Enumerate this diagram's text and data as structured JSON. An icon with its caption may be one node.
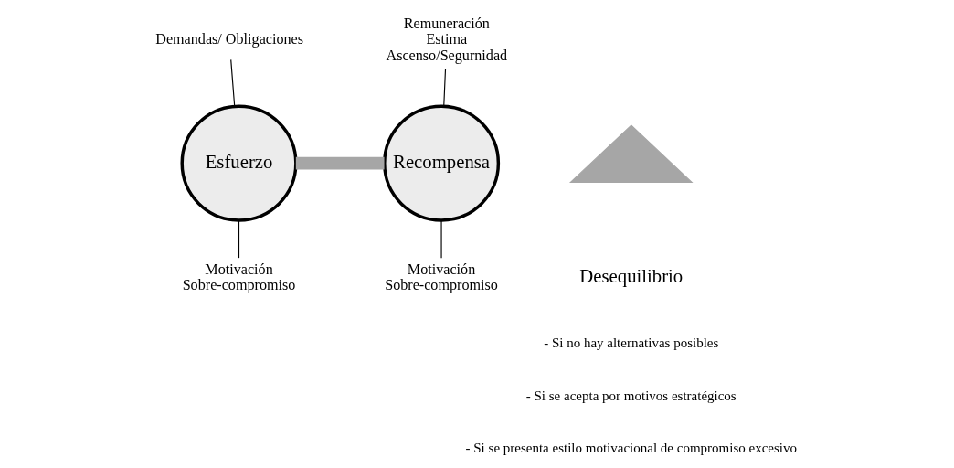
{
  "diagram": {
    "nodes": [
      {
        "text": [
          "Demandas/ Obligaciones"
        ]
      },
      {
        "text": [
          "Esfuerzo"
        ]
      },
      {
        "text": [
          "Motivación",
          "Sobre-compromiso"
        ]
      },
      {
        "text": [],
        "shape": "triangle"
      },
      {
        "text": [
          "Remuneración",
          "Estima",
          "Ascenso/Segurnidad"
        ]
      },
      {
        "text": [
          "Recompensa"
        ]
      },
      {
        "text": [
          "Motivación",
          "Sobre-compromiso"
        ]
      }
    ],
    "edges": [
      {
        "from": 0,
        "to": 1,
        "arrow": "none"
      },
      {
        "from": 1,
        "to": 2,
        "arrow": "none"
      },
      {
        "from": 1,
        "to": 5,
        "arrow": "none",
        "style": "thick",
        "color": "#a6a6a6"
      },
      {
        "from": 4,
        "to": 5,
        "arrow": "none"
      },
      {
        "from": 5,
        "to": 6,
        "arrow": "none"
      }
    ],
    "labels": [
      "Desequilibrio",
      "- Si no hay alternativas posibles",
      "- Si se acepta por motivos estratégicos",
      "- Si se presenta estilo motivacional de compromiso excesivo"
    ]
  }
}
